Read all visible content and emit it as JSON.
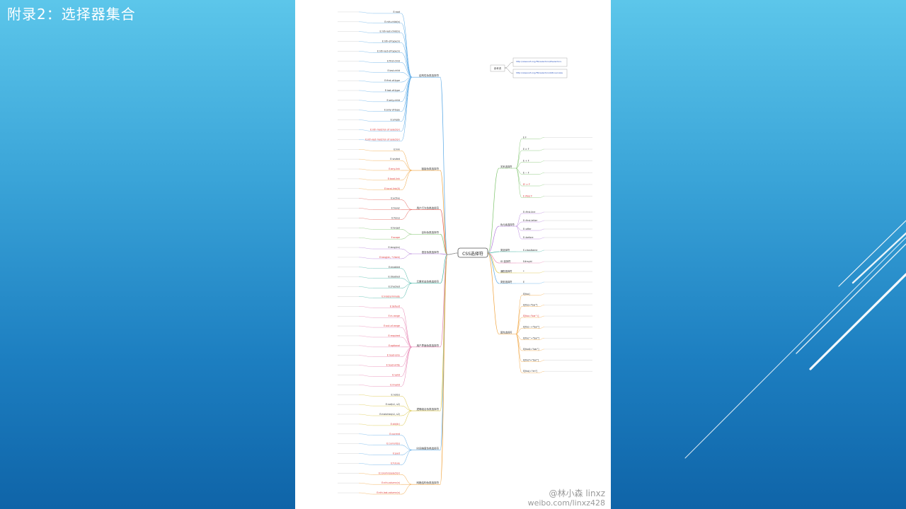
{
  "slide": {
    "title": "附录2：选择器集合"
  },
  "mindmap": {
    "root": "CSS选择符",
    "reference": {
      "label": "参考资",
      "links": [
        "http://www.w3.org/TR/selectors/#selectors",
        "http://www.w3.org/TR/selectors4/#overview"
      ]
    },
    "left_groups": [
      {
        "label": "结构性伪类选择符",
        "items": [
          "E:root",
          "E:nth-child(n)",
          "E:nth-last-child(n)",
          "E:nth-of-type(n)",
          "E:nth-last-of-type(n)",
          "E:first-child",
          "E:last-child",
          "E:first-of-type",
          "E:last-of-type",
          "E:only-child",
          "E:only-of-type",
          "E:empty",
          "E:nth-match(n of selector)",
          "E:nth-last-match(n of selector)"
        ]
      },
      {
        "label": "链接伪类选择符",
        "items": [
          "E:link",
          "E:visited",
          "E:any-link",
          "E:local-link",
          "E:local-link(0)"
        ]
      },
      {
        "label": "用户行为伪类选择符",
        "items": [
          "E:active",
          "E:hover",
          "E:focus"
        ]
      },
      {
        "label": "目标伪类选择符",
        "items": [
          "E:target",
          "E:scope"
        ]
      },
      {
        "label": "语言伪类选择符",
        "items": [
          "E:lang(en)",
          "E:lang(en, *-Hant)"
        ]
      },
      {
        "label": "元素状态伪类选择符",
        "items": [
          "E:enabled",
          "E:disabled",
          "E:checked",
          "E:indeterminate"
        ]
      },
      {
        "label": "用户界面伪类选择符",
        "items": [
          "E:default",
          "E:in-range",
          "E:out-of-range",
          "E:required",
          "E:optional",
          "E:read-only",
          "E:read-write",
          "E:valid",
          "E:invalid"
        ]
      },
      {
        "label": "逻辑组合伪类选择符",
        "items": [
          "E:not(s)",
          "E:not(s1, s2)",
          "E:matches(s1, s2)",
          "E:dir(ltr)"
        ]
      },
      {
        "label": "时间维度伪类选择符",
        "items": [
          "E:current",
          "E:current(s)",
          "E:past",
          "E:future"
        ]
      },
      {
        "label": "网格结构伪类选择符",
        "items": [
          "E:column(selector)",
          "E:nth-column(n)",
          "E:nth-last-column(n)"
        ]
      }
    ],
    "right_groups": [
      {
        "label": "关系选择符",
        "items": [
          "E F",
          "E > F",
          "E + F",
          "E ~ F",
          "E! > F",
          "E /foo/ F"
        ]
      },
      {
        "label": "伪元素选择符",
        "items": [
          "E::first-line",
          "E::first-letter",
          "E::after",
          "E::before"
        ]
      },
      {
        "label": "类选择符",
        "items": [
          "E.className"
        ]
      },
      {
        "label": "ID 选择符",
        "items": [
          "E#myid"
        ]
      },
      {
        "label": "通配选择符",
        "items": [
          "*"
        ]
      },
      {
        "label": "类型选择符",
        "items": [
          "E"
        ]
      },
      {
        "label": "属性选择符",
        "items": [
          "E[foo]",
          "E[foo=\"bar\"]",
          "E[foo=\"bar\" i]",
          "E[foo~=\"bar\"]",
          "E[foo^=\"bar\"]",
          "E[foo$=\"bar\"]",
          "E[foo*=\"bar\"]",
          "E[foo|=\"en\"]"
        ]
      }
    ]
  },
  "watermark": {
    "handle": "@林小森 linxz",
    "url": "weibo.com/linxz428"
  },
  "colors": {
    "bg_top": "#5cc6ea",
    "bg_bottom": "#0f64a8",
    "branch_palette": [
      "#5aa9e6",
      "#f0a23a",
      "#e4574f",
      "#7cc36a",
      "#b07ad9",
      "#41b3a3",
      "#e67fb0",
      "#d8c23a"
    ]
  }
}
